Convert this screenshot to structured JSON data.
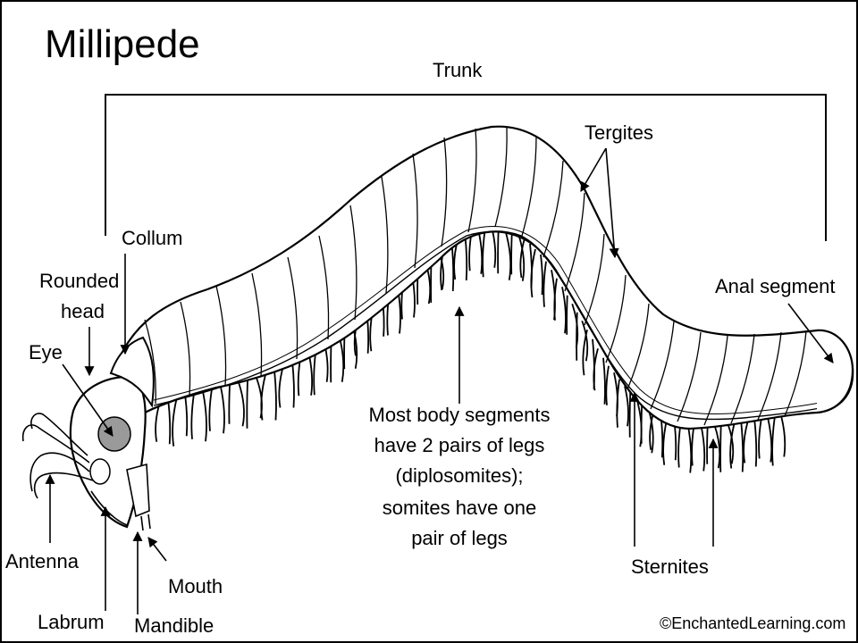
{
  "title": "Millipede",
  "labels": {
    "trunk": "Trunk",
    "tergites": "Tergites",
    "collum": "Collum",
    "rounded_head_1": "Rounded",
    "rounded_head_2": "head",
    "eye": "Eye",
    "anal_segment": "Anal segment",
    "antenna": "Antenna",
    "labrum": "Labrum",
    "mandible": "Mandible",
    "mouth": "Mouth",
    "sternites": "Sternites",
    "body_note_1": "Most body segments",
    "body_note_2": "have 2 pairs of legs",
    "body_note_3": "(diplosomites);",
    "body_note_4": "somites have one",
    "body_note_5": "pair of legs"
  },
  "credit": "©EnchantedLearning.com",
  "colors": {
    "eye": "#9a9a9a",
    "ink": "#000000",
    "paper": "#ffffff"
  }
}
